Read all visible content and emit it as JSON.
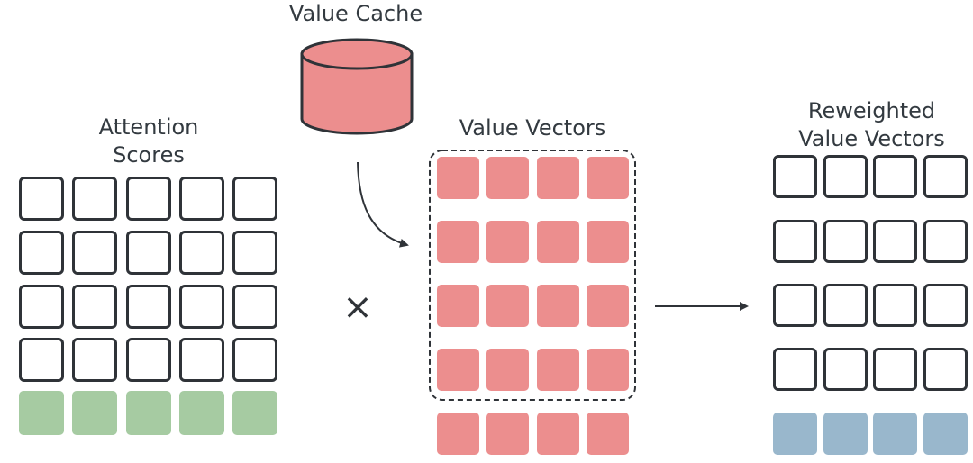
{
  "labels": {
    "value_cache": "Value Cache",
    "attention_scores_line1": "Attention",
    "attention_scores_line2": "Scores",
    "value_vectors": "Value Vectors",
    "reweighted_line1": "Reweighted",
    "reweighted_line2": "Value Vectors"
  },
  "operator_symbol": "×",
  "colors": {
    "outline": "#2f3338",
    "score_new_row": "#a6cba2",
    "value": "#ec8e8e",
    "cache": "#ec8e8e",
    "reweighted_new_row": "#99b7cc"
  },
  "icons": [
    "database-cylinder-icon",
    "curved-arrow-icon",
    "right-arrow-icon",
    "multiply-icon"
  ]
}
